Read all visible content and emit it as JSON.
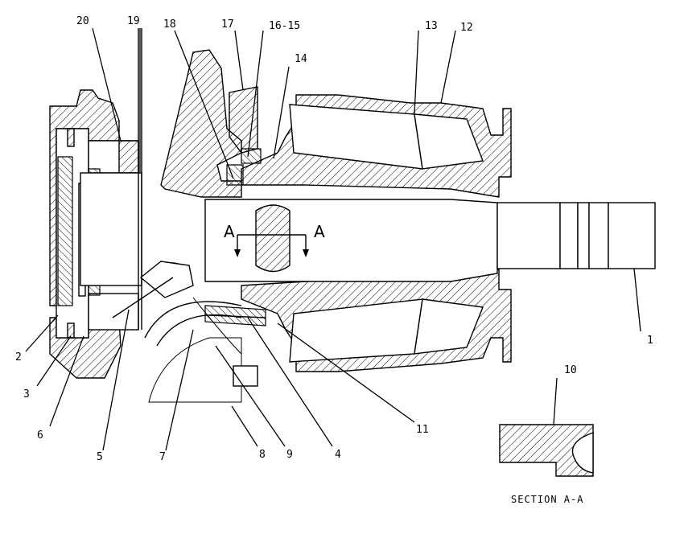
{
  "labels": {
    "l1": "1",
    "l2": "2",
    "l3": "3",
    "l4": "4",
    "l5": "5",
    "l6": "6",
    "l7": "7",
    "l8": "8",
    "l9": "9",
    "l10": "10",
    "l11": "11",
    "l12": "12",
    "l13": "13",
    "l14": "14",
    "l16_15": "16-15",
    "l17": "17",
    "l18": "18",
    "l19": "19",
    "l20": "20"
  },
  "section_marker": {
    "left": "A",
    "right": "A"
  },
  "section_caption": "SECTION A-A"
}
